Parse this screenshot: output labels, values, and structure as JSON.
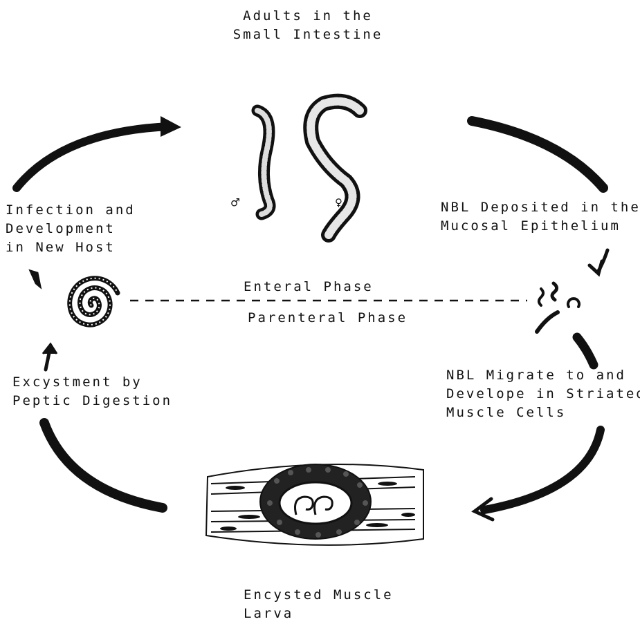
{
  "diagram": {
    "stages": {
      "adults": {
        "lines": [
          "Adults in the",
          "Small Intestine"
        ]
      },
      "nbl_deposited": {
        "lines": [
          "NBL Deposited in the",
          "Mucosal Epithelium"
        ]
      },
      "nbl_migrate": {
        "lines": [
          "NBL Migrate to and",
          "Develope in Striated",
          "Muscle Cells"
        ]
      },
      "encysted": {
        "lines": [
          "Encysted Muscle",
          "Larva"
        ]
      },
      "excystment": {
        "lines": [
          "Excystment by",
          "Peptic Digestion"
        ]
      },
      "infection": {
        "lines": [
          "Infection and",
          "Development",
          "in New Host"
        ]
      }
    },
    "phases": {
      "enteral": "Enteral Phase",
      "parenteral": "Parenteral Phase"
    },
    "sex_symbols": {
      "male": "♂",
      "female": "♀"
    }
  }
}
